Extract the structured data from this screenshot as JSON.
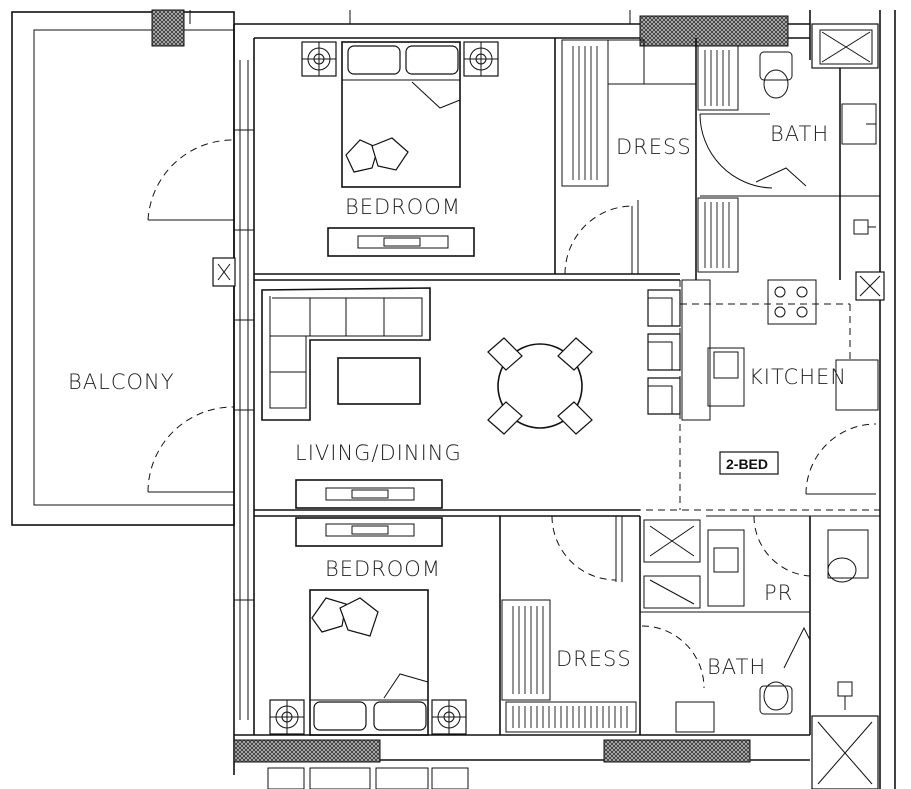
{
  "rooms": {
    "balcony": "BALCONY",
    "bedroom_top": "BEDROOM",
    "dress_top": "DRESS",
    "bath_top": "BATH",
    "living_dining": "LIVING/DINING",
    "kitchen": "KITCHEN",
    "unit_type": "2-BED",
    "bedroom_bottom": "BEDROOM",
    "dress_bottom": "DRESS",
    "bath_bottom": "BATH",
    "powder_room": "PR"
  },
  "colors": {
    "line": "#111111",
    "background": "#ffffff",
    "hatch": "#555555"
  }
}
